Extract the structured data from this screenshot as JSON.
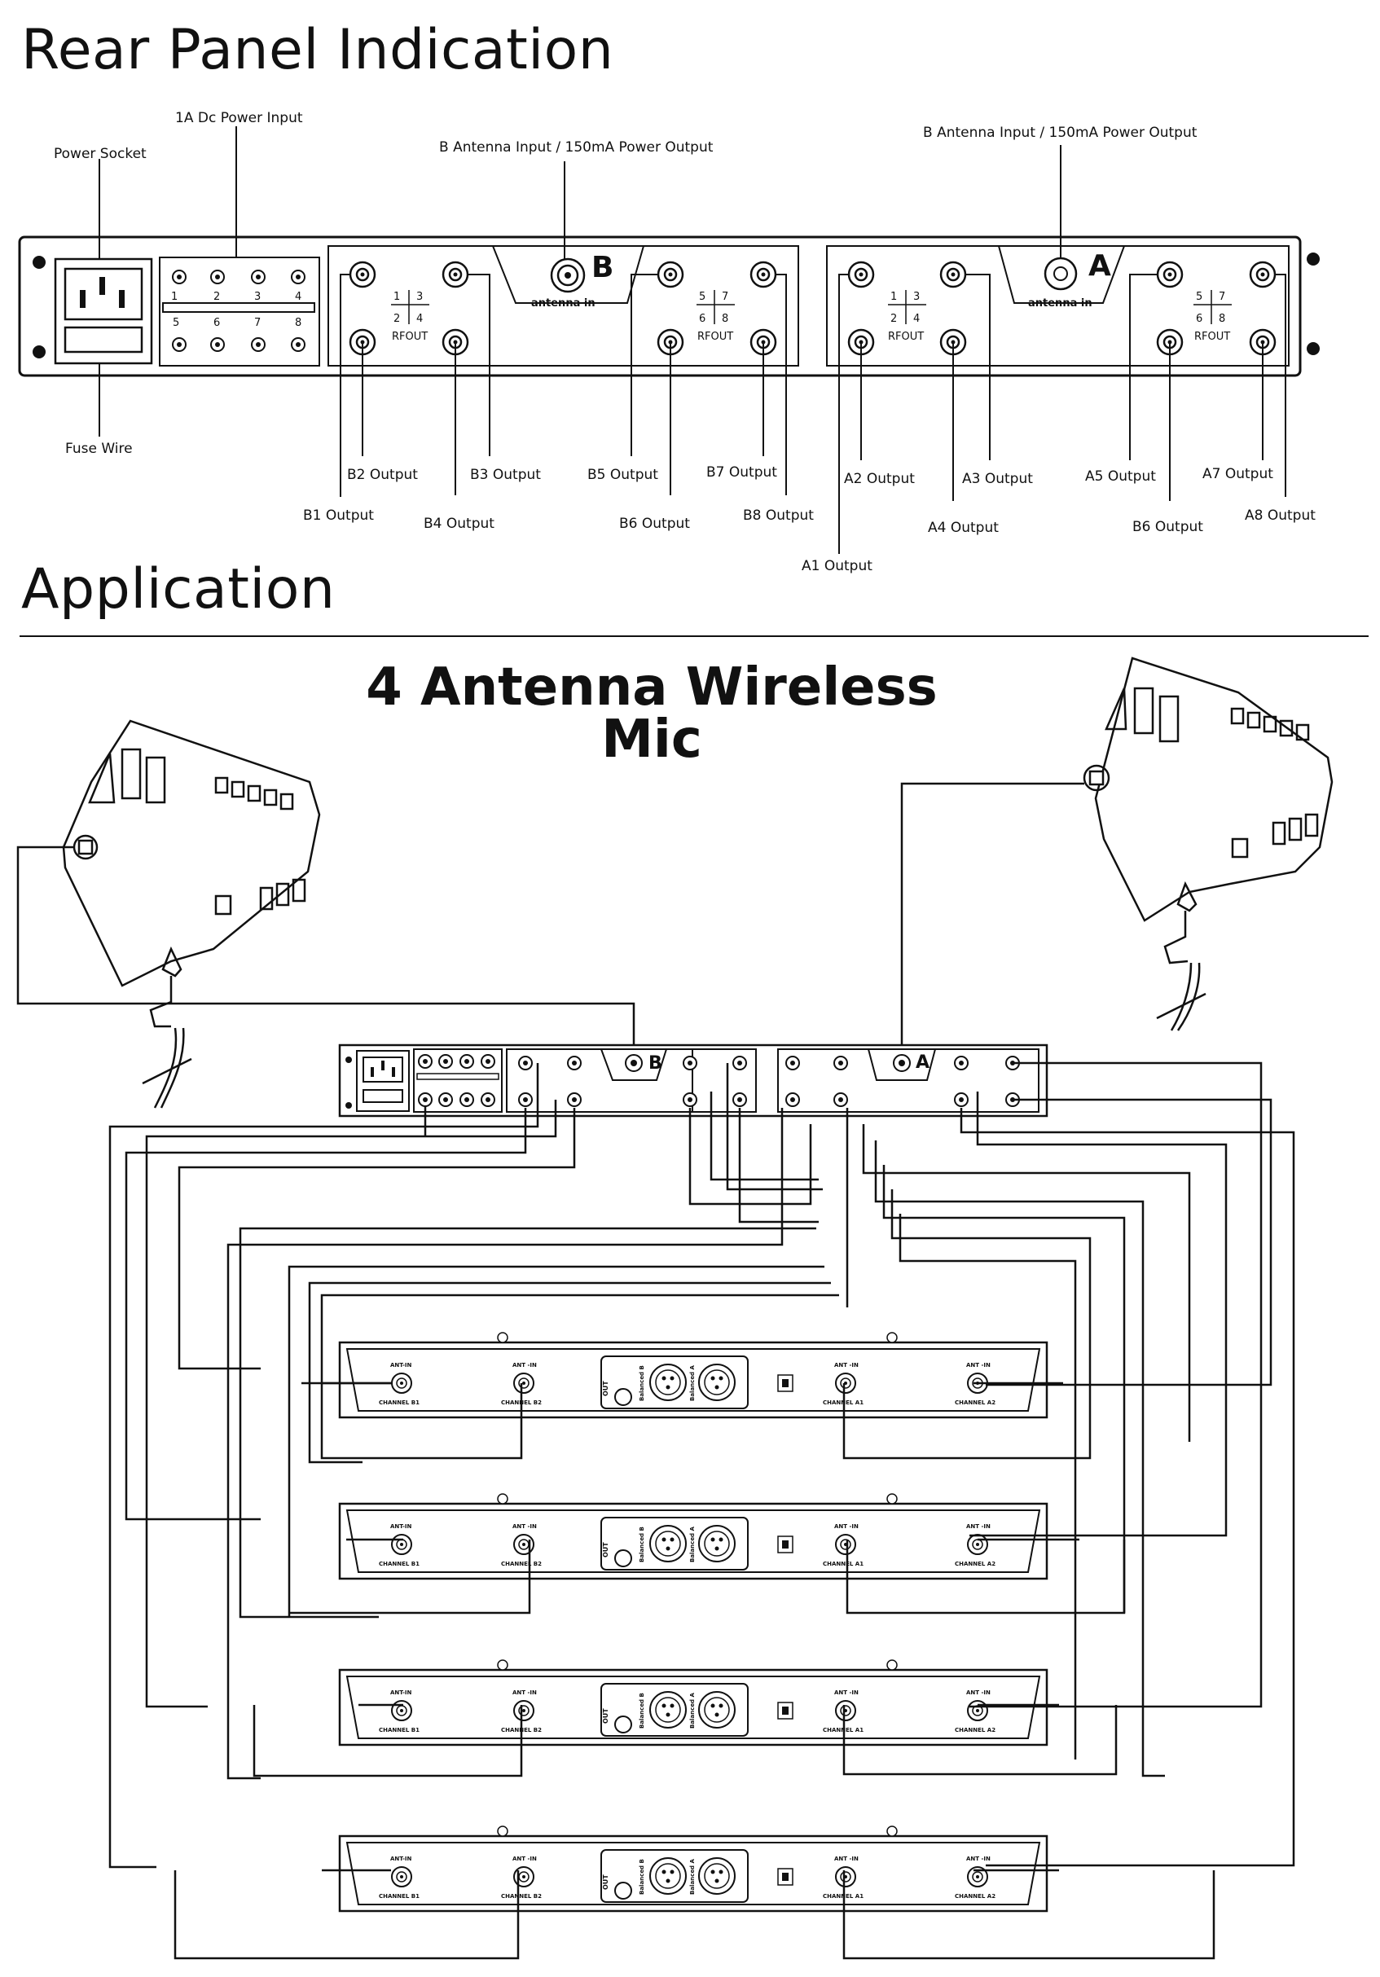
{
  "titles": {
    "rear": "Rear Panel Indication",
    "application": "Application",
    "subtitle": "4 Antenna Wireless Mic"
  },
  "rear_labels": {
    "power_socket": "Power Socket",
    "dc_input": "1A Dc Power Input",
    "fuse_wire": "Fuse Wire",
    "b_antenna": "B Antenna Input / 150mA Power Output",
    "a_antenna": "B Antenna Input / 150mA Power Output",
    "outputs": {
      "b1": "B1 Output",
      "b2": "B2 Output",
      "b3": "B3 Output",
      "b4": "B4 Output",
      "b5": "B5 Output",
      "b6": "B6 Output",
      "b7": "B7 Output",
      "b8": "B8 Output",
      "a1": "A1 Output",
      "a2": "A2 Output",
      "a3": "A3 Output",
      "a4": "A4 Output",
      "a5": "A5 Output",
      "a6": "B6 Output",
      "a7": "A7 Output",
      "a8": "A8 Output"
    }
  },
  "panel": {
    "dc_numbers_top": [
      "1",
      "2",
      "3",
      "4"
    ],
    "dc_numbers_bottom": [
      "5",
      "6",
      "7",
      "8"
    ],
    "grid_left": [
      "1",
      "3",
      "2",
      "4"
    ],
    "grid_right": [
      "5",
      "7",
      "6",
      "8"
    ],
    "rfout": "RFOUT",
    "antenna_in": "antenna in",
    "letter_b": "B",
    "letter_a": "A"
  },
  "receiver": {
    "ant_in": "ANT-IN",
    "ant_in_alt": "ANT -IN",
    "channel_b1": "CHANNEL B1",
    "channel_b2": "CHANNEL B2",
    "channel_a1": "CHANNEL A1",
    "channel_a2": "CHANNEL A2",
    "out": "OUT",
    "balanced_b": "Balanced B",
    "balanced_a": "Balanced A"
  }
}
